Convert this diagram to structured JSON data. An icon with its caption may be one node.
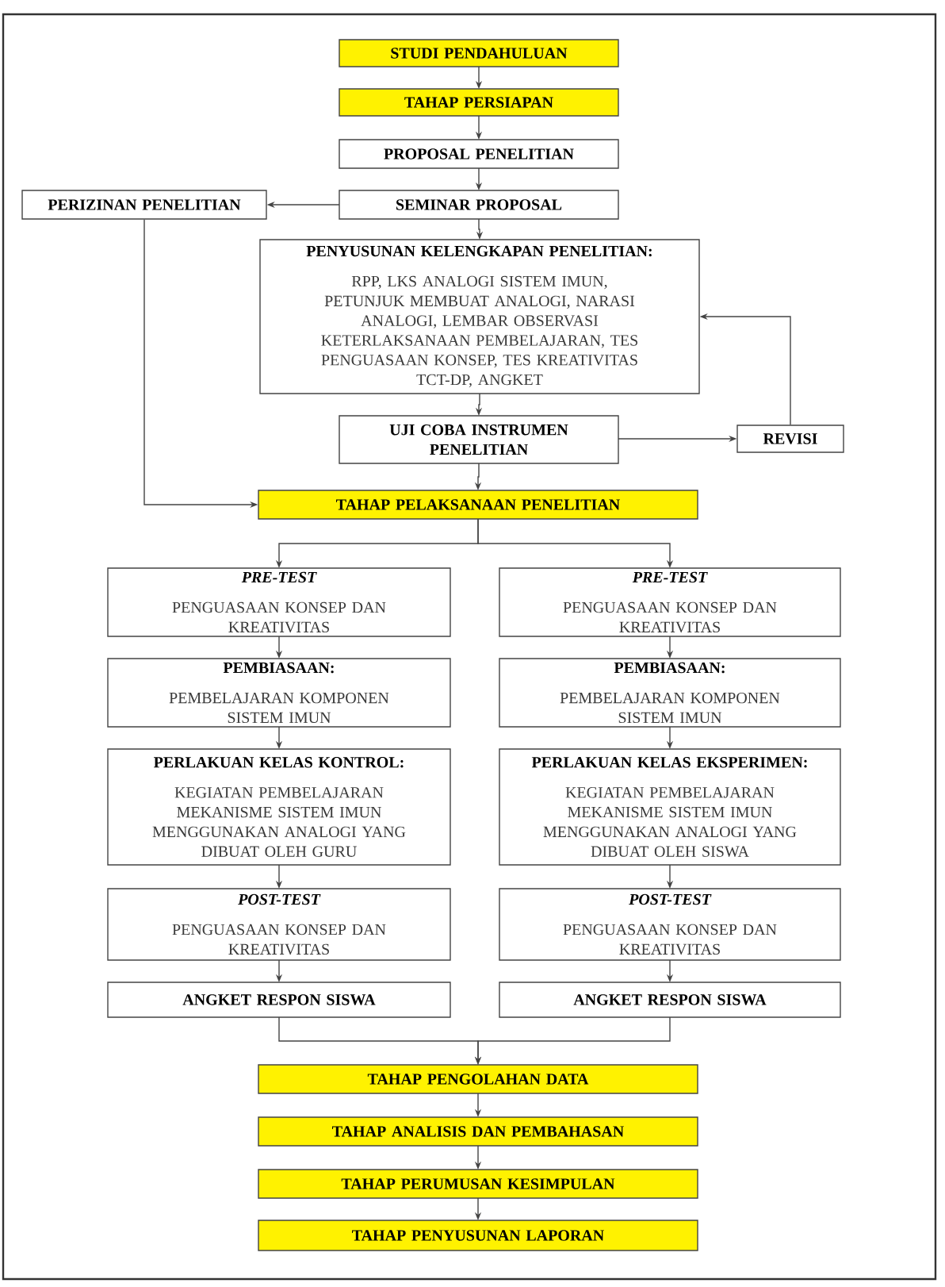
{
  "diagram": {
    "nodes": [
      {
        "text": [
          "STUDI PENDAHULUAN"
        ]
      },
      {
        "text": [
          "TAHAP PERSIAPAN"
        ]
      },
      {
        "text": [
          "PROPOSAL PENELITIAN"
        ]
      },
      {
        "text": [
          "SEMINAR PROPOSAL"
        ]
      },
      {
        "text": [
          "PERIZINAN PENELITIAN"
        ]
      },
      {
        "text": [
          "PENYUSUNAN KELENGKAPAN PENELITIAN:",
          "RPP, LKS ANALOGI SISTEM IMUN, PETUNJUK MEMBUAT ANALOGI, NARASI ANALOGI, LEMBAR OBSERVASI KETERLAKSANAAN PEMBELAJARAN, TES PENGUASAAN KONSEP, TES KREATIVITAS TCT-DP, ANGKET"
        ]
      },
      {
        "text": [
          "UJI COBA INSTRUMEN PENELITIAN"
        ]
      },
      {
        "text": [
          "REVISI"
        ]
      },
      {
        "text": [
          "TAHAP PELAKSANAAN PENELITIAN"
        ]
      },
      {
        "text": [
          "PRE-TEST",
          "PENGUASAAN KONSEP DAN KREATIVITAS"
        ]
      },
      {
        "text": [
          "PEMBIASAAN:",
          "PEMBELAJARAN KOMPONEN SISTEM IMUN"
        ]
      },
      {
        "text": [
          "PERLAKUAN KELAS KONTROL:",
          "KEGIATAN PEMBELAJARAN MEKANISME SISTEM IMUN MENGGUNAKAN ANALOGI YANG DIBUAT OLEH GURU"
        ]
      },
      {
        "text": [
          "POST-TEST",
          "PENGUASAAN KONSEP DAN KREATIVITAS"
        ]
      },
      {
        "text": [
          "ANGKET RESPON SISWA"
        ]
      },
      {
        "text": [
          "PRE-TEST",
          "PENGUASAAN KONSEP DAN KREATIVITAS"
        ]
      },
      {
        "text": [
          "PEMBIASAAN:",
          "PEMBELAJARAN KOMPONEN SISTEM IMUN"
        ]
      },
      {
        "text": [
          "PERLAKUAN KELAS EKSPERIMEN:",
          "KEGIATAN PEMBELAJARAN MEKANISME SISTEM IMUN MENGGUNAKAN ANALOGI YANG DIBUAT OLEH SISWA"
        ]
      },
      {
        "text": [
          "POST-TEST",
          "PENGUASAAN KONSEP DAN KREATIVITAS"
        ]
      },
      {
        "text": [
          "ANGKET RESPON SISWA"
        ]
      },
      {
        "text": [
          "TAHAP PENGOLAHAN DATA"
        ]
      },
      {
        "text": [
          "TAHAP ANALISIS DAN PEMBAHASAN"
        ]
      },
      {
        "text": [
          "TAHAP PERUMUSAN KESIMPULAN"
        ]
      },
      {
        "text": [
          "TAHAP PENYUSUNAN LAPORAN"
        ]
      }
    ],
    "edges": [
      {
        "from": 0,
        "to": 1,
        "arrow": "to"
      },
      {
        "from": 1,
        "to": 2,
        "arrow": "to"
      },
      {
        "from": 2,
        "to": 3,
        "arrow": "to"
      },
      {
        "from": 3,
        "to": 4,
        "arrow": "to"
      },
      {
        "from": 3,
        "to": 5,
        "arrow": "to"
      },
      {
        "from": 5,
        "to": 6,
        "arrow": "to"
      },
      {
        "from": 6,
        "to": 7,
        "arrow": "to"
      },
      {
        "from": 7,
        "to": 5,
        "arrow": "to"
      },
      {
        "from": 4,
        "to": 8,
        "arrow": "to"
      },
      {
        "from": 6,
        "to": 8,
        "arrow": "to"
      },
      {
        "from": 8,
        "to": 9,
        "arrow": "to"
      },
      {
        "from": 8,
        "to": 14,
        "arrow": "to"
      },
      {
        "from": 9,
        "to": 10,
        "arrow": "to"
      },
      {
        "from": 10,
        "to": 11,
        "arrow": "to"
      },
      {
        "from": 11,
        "to": 12,
        "arrow": "to"
      },
      {
        "from": 12,
        "to": 13,
        "arrow": "to"
      },
      {
        "from": 14,
        "to": 15,
        "arrow": "to"
      },
      {
        "from": 15,
        "to": 16,
        "arrow": "to"
      },
      {
        "from": 16,
        "to": 17,
        "arrow": "to"
      },
      {
        "from": 17,
        "to": 18,
        "arrow": "to"
      },
      {
        "from": 13,
        "to": 19,
        "arrow": "to"
      },
      {
        "from": 18,
        "to": 19,
        "arrow": "to"
      },
      {
        "from": 19,
        "to": 20,
        "arrow": "to"
      },
      {
        "from": 20,
        "to": 21,
        "arrow": "to"
      },
      {
        "from": 21,
        "to": 22,
        "arrow": "to"
      }
    ]
  }
}
